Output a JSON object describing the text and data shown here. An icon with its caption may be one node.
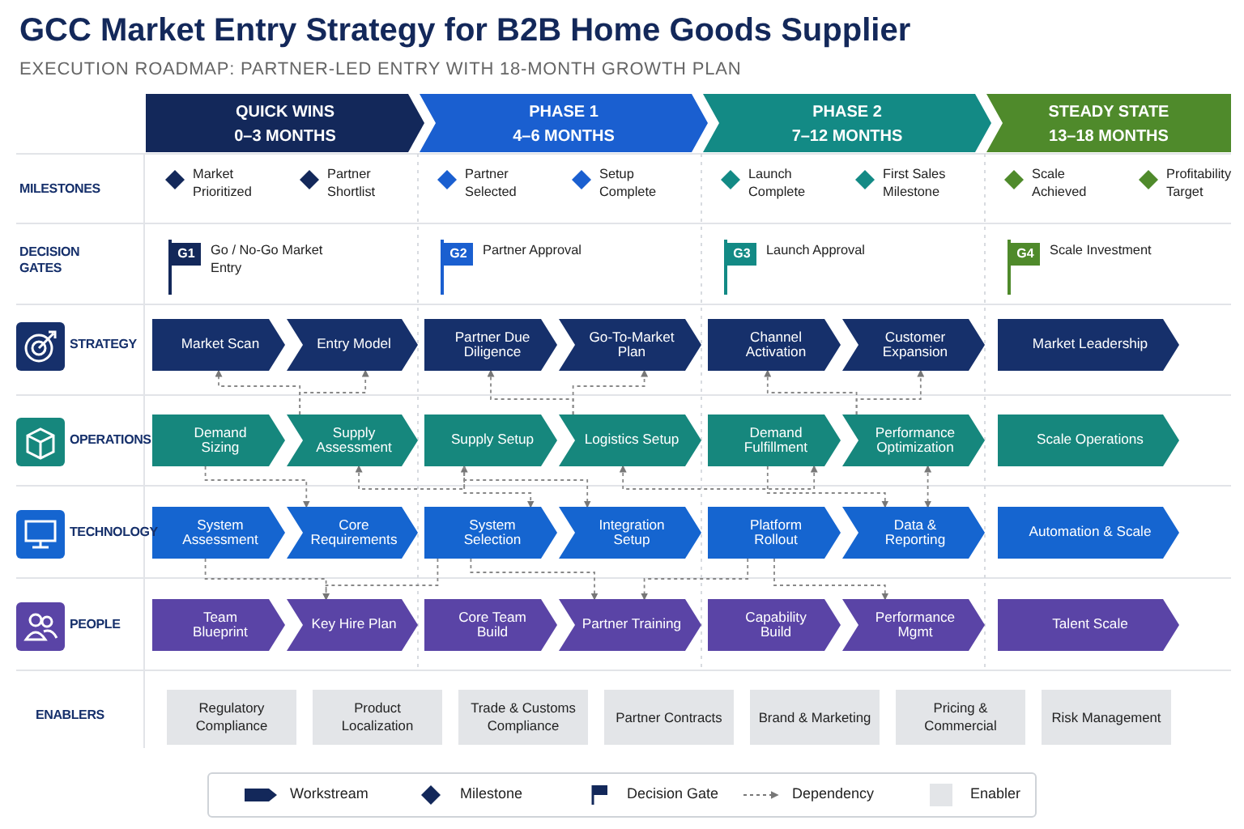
{
  "diagram": {
    "title": "GCC Market Entry Strategy for B2B Home Goods Supplier",
    "caption": "EXECUTION ROADMAP: PARTNER-LED ENTRY WITH 18-MONTH GROWTH PLAN",
    "nodes": [
      {
        "text": [
          "QUICK WINS",
          "0–3 MONTHS"
        ]
      },
      {
        "text": [
          "PHASE 1",
          "4–6 MONTHS"
        ]
      },
      {
        "text": [
          "PHASE 2",
          "7–12 MONTHS"
        ]
      },
      {
        "text": [
          "STEADY STATE",
          "13–18 MONTHS"
        ]
      },
      {
        "text": [
          "Market Prioritized"
        ]
      },
      {
        "text": [
          "Partner Shortlist"
        ]
      },
      {
        "text": [
          "Partner Selected"
        ]
      },
      {
        "text": [
          "Setup Complete"
        ]
      },
      {
        "text": [
          "Launch Complete"
        ]
      },
      {
        "text": [
          "First Sales Milestone"
        ]
      },
      {
        "text": [
          "Scale Achieved"
        ]
      },
      {
        "text": [
          "Profitability Target"
        ]
      },
      {
        "text": [
          "G1",
          "Go / No-Go Market Entry"
        ]
      },
      {
        "text": [
          "G2",
          "Partner Approval"
        ]
      },
      {
        "text": [
          "G3",
          "Launch Approval"
        ]
      },
      {
        "text": [
          "G4",
          "Scale Investment"
        ]
      },
      {
        "text": [
          "Market Scan"
        ]
      },
      {
        "text": [
          "Entry Model"
        ]
      },
      {
        "text": [
          "Partner Due Diligence"
        ]
      },
      {
        "text": [
          "Go-To-Market Plan"
        ]
      },
      {
        "text": [
          "Channel Activation"
        ]
      },
      {
        "text": [
          "Customer Expansion"
        ]
      },
      {
        "text": [
          "Market Leadership"
        ]
      },
      {
        "text": [
          "Demand Sizing"
        ]
      },
      {
        "text": [
          "Supply Assessment"
        ]
      },
      {
        "text": [
          "Supply Setup"
        ]
      },
      {
        "text": [
          "Logistics Setup"
        ]
      },
      {
        "text": [
          "Demand Fulfillment"
        ]
      },
      {
        "text": [
          "Performance Optimization"
        ]
      },
      {
        "text": [
          "Scale Operations"
        ]
      },
      {
        "text": [
          "System Assessment"
        ]
      },
      {
        "text": [
          "Core Requirements"
        ]
      },
      {
        "text": [
          "System Selection"
        ]
      },
      {
        "text": [
          "Integration Setup"
        ]
      },
      {
        "text": [
          "Platform Rollout"
        ]
      },
      {
        "text": [
          "Data & Reporting"
        ]
      },
      {
        "text": [
          "Automation & Scale"
        ]
      },
      {
        "text": [
          "Team Blueprint"
        ]
      },
      {
        "text": [
          "Key Hire Plan"
        ]
      },
      {
        "text": [
          "Core Team Build"
        ]
      },
      {
        "text": [
          "Partner Training"
        ]
      },
      {
        "text": [
          "Capability Build"
        ]
      },
      {
        "text": [
          "Performance Mgmt"
        ]
      },
      {
        "text": [
          "Talent Scale"
        ]
      },
      {
        "text": [
          "Regulatory Compliance"
        ]
      },
      {
        "text": [
          "Product Localization"
        ]
      },
      {
        "text": [
          "Trade & Customs Compliance"
        ]
      },
      {
        "text": [
          "Partner Contracts"
        ]
      },
      {
        "text": [
          "Brand & Marketing"
        ]
      },
      {
        "text": [
          "Pricing & Commercial"
        ]
      },
      {
        "text": [
          "Risk Management"
        ]
      }
    ],
    "edges": [
      {
        "from": 24,
        "to": 16,
        "arrow": "to",
        "style": "dashed"
      },
      {
        "from": 24,
        "to": 17,
        "arrow": "to",
        "style": "dashed"
      },
      {
        "from": 26,
        "to": 18,
        "arrow": "to",
        "style": "dashed"
      },
      {
        "from": 26,
        "to": 19,
        "arrow": "to",
        "style": "dashed"
      },
      {
        "from": 28,
        "to": 20,
        "arrow": "to",
        "style": "dashed"
      },
      {
        "from": 28,
        "to": 21,
        "arrow": "to",
        "style": "dashed"
      },
      {
        "from": 23,
        "to": 31,
        "arrow": "to",
        "style": "dashed"
      },
      {
        "from": 24,
        "to": 25,
        "arrow": "both",
        "style": "dashed"
      },
      {
        "from": 25,
        "to": 32,
        "arrow": "to",
        "style": "dashed"
      },
      {
        "from": 25,
        "to": 33,
        "arrow": "to",
        "style": "dashed"
      },
      {
        "from": 26,
        "to": 27,
        "arrow": "both",
        "style": "dashed"
      },
      {
        "from": 27,
        "to": 35,
        "arrow": "to",
        "style": "dashed"
      },
      {
        "from": 28,
        "to": 35,
        "arrow": "both",
        "style": "dashed"
      },
      {
        "from": 30,
        "to": 38,
        "arrow": "to",
        "style": "dashed"
      },
      {
        "from": 32,
        "to": 38,
        "arrow": "to",
        "style": "dashed"
      },
      {
        "from": 32,
        "to": 40,
        "arrow": "to",
        "style": "dashed"
      },
      {
        "from": 34,
        "to": 40,
        "arrow": "to",
        "style": "dashed"
      },
      {
        "from": 34,
        "to": 42,
        "arrow": "to",
        "style": "dashed"
      }
    ],
    "labels": [
      "MILESTONES",
      "DECISION GATES",
      "STRATEGY",
      "OPERATIONS",
      "TECHNOLOGY",
      "PEOPLE",
      "ENABLERS"
    ],
    "legend": [
      {
        "text": "Workstream"
      },
      {
        "text": "Milestone"
      },
      {
        "text": "Decision Gate"
      },
      {
        "text": "Dependency"
      },
      {
        "text": "Enabler",
        "color": "#e3e5e8"
      }
    ]
  }
}
